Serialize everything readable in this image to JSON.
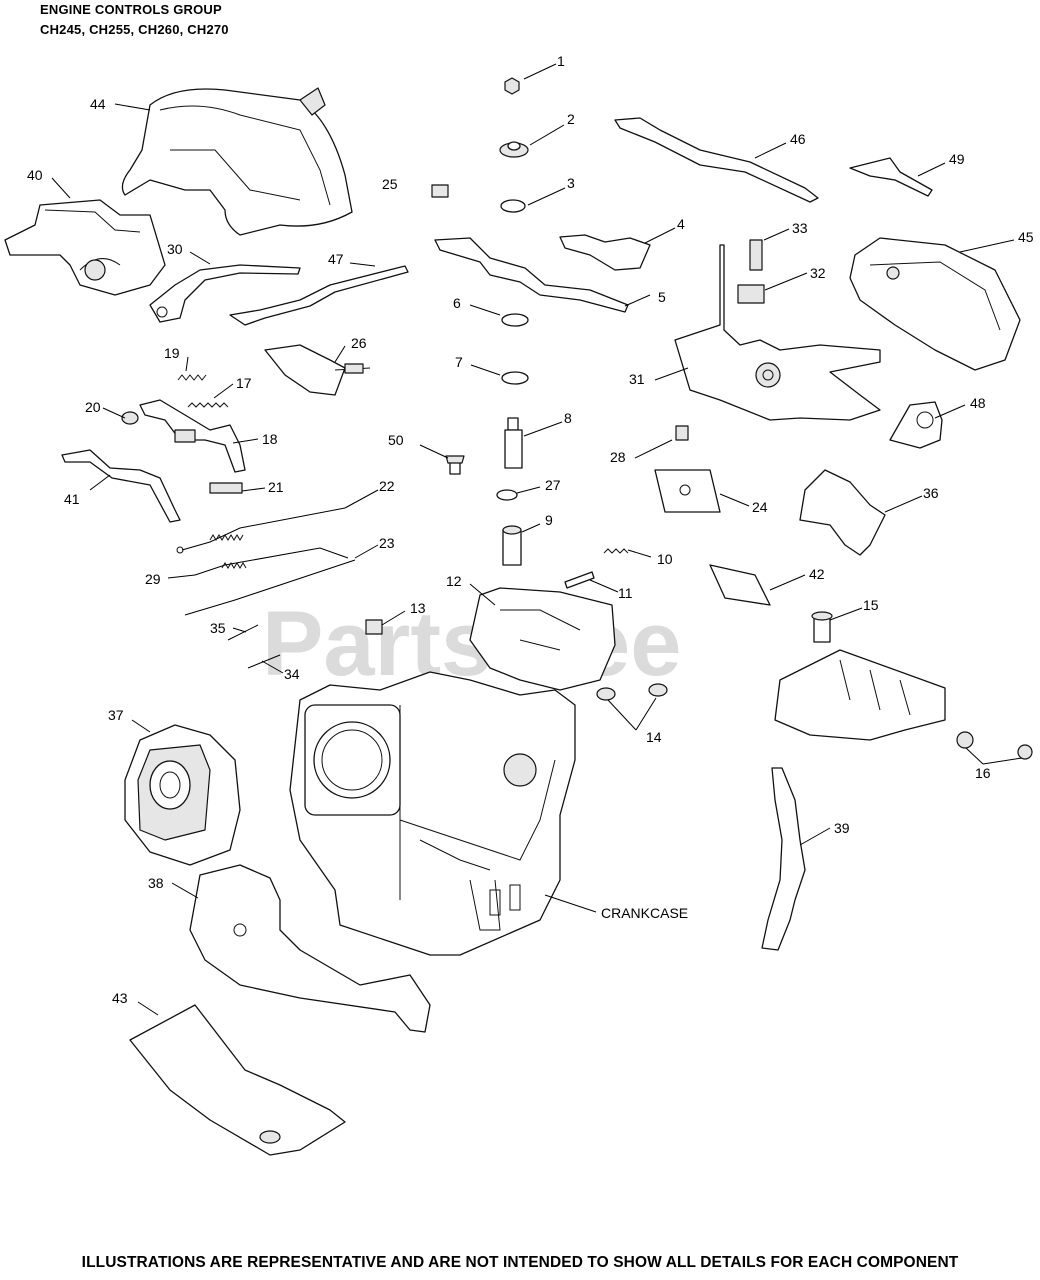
{
  "header": {
    "title": "ENGINE CONTROLS GROUP",
    "models": "CH245, CH255, CH260, CH270"
  },
  "watermark": "PartsTree",
  "footer": "ILLUSTRATIONS ARE REPRESENTATIVE AND ARE NOT INTENDED TO SHOW ALL DETAILS FOR EACH COMPONENT",
  "callouts": [
    "1",
    "2",
    "3",
    "4",
    "5",
    "6",
    "7",
    "8",
    "9",
    "10",
    "11",
    "12",
    "13",
    "14",
    "15",
    "16",
    "17",
    "18",
    "19",
    "20",
    "21",
    "22",
    "23",
    "24",
    "25",
    "26",
    "27",
    "28",
    "29",
    "30",
    "31",
    "32",
    "33",
    "34",
    "35",
    "36",
    "37",
    "38",
    "39",
    "40",
    "41",
    "42",
    "43",
    "44",
    "45",
    "46",
    "47",
    "48",
    "49",
    "50"
  ],
  "crankcase_label": "CRANKCASE",
  "colors": {
    "outline": "#111111",
    "shade": "#e6e6e6",
    "watermark": "#cfcfcf"
  }
}
